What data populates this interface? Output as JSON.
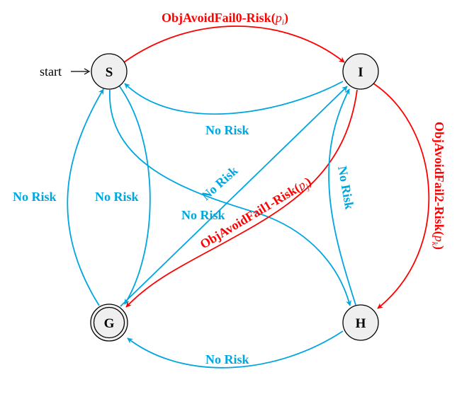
{
  "colors": {
    "risk": "#ff0000",
    "no_risk": "#00a6e0",
    "node_fill": "#efefef",
    "stroke": "#000000"
  },
  "start_label": "start",
  "start_arrow_glyph": "→",
  "nodes": {
    "S": {
      "label": "S",
      "accepting": false
    },
    "I": {
      "label": "I",
      "accepting": false
    },
    "G": {
      "label": "G",
      "accepting": true
    },
    "H": {
      "label": "H",
      "accepting": false
    }
  },
  "edges": {
    "s_to_i": {
      "from": "S",
      "to": "I",
      "label": "ObjAvoidFail0-Risk",
      "prob_var": "p",
      "prob_sub": "i",
      "kind": "risk"
    },
    "i_to_s": {
      "from": "I",
      "to": "S",
      "label": "No Risk",
      "kind": "no_risk"
    },
    "g_to_s": {
      "from": "G",
      "to": "S",
      "label": "No Risk",
      "kind": "no_risk"
    },
    "s_to_g": {
      "from": "S",
      "to": "G",
      "label": "No Risk",
      "kind": "no_risk"
    },
    "g_to_i": {
      "from": "G",
      "to": "I",
      "label": "No Risk",
      "kind": "no_risk"
    },
    "s_to_h": {
      "from": "S",
      "to": "H",
      "label": "No Risk",
      "kind": "no_risk"
    },
    "i_to_g": {
      "from": "I",
      "to": "G",
      "label": "ObjAvoidFail1-Risk",
      "prob_var": "p",
      "prob_sub": "j",
      "kind": "risk"
    },
    "h_to_i": {
      "from": "H",
      "to": "I",
      "label": "No Risk",
      "kind": "no_risk"
    },
    "i_to_h": {
      "from": "I",
      "to": "H",
      "label": "ObjAvoidFail2-Risk",
      "prob_var": "p",
      "prob_sub": "k",
      "kind": "risk"
    },
    "h_to_g": {
      "from": "H",
      "to": "G",
      "label": "No Risk",
      "kind": "no_risk"
    }
  }
}
